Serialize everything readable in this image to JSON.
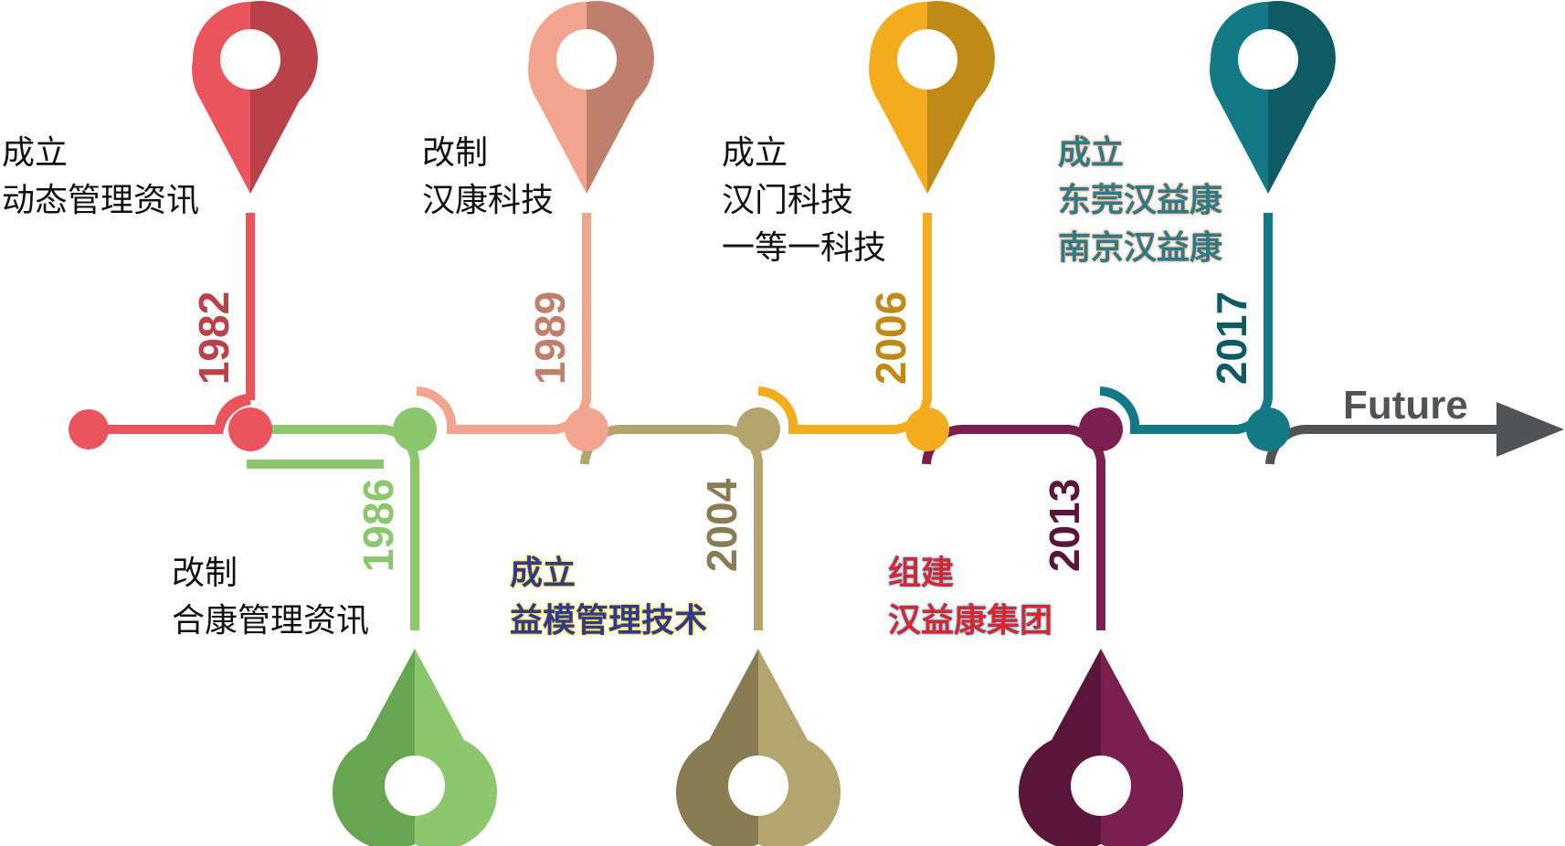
{
  "timeline": {
    "future_label": "Future",
    "milestones": [
      {
        "year": "1982",
        "lines": [
          "成立",
          "动态管理资讯"
        ],
        "color": "#e9545d",
        "color_dark": "#b8414a"
      },
      {
        "year": "1986",
        "lines": [
          "改制",
          "合康管理资讯"
        ],
        "color": "#8cc66d",
        "color_dark": "#67a552"
      },
      {
        "year": "1989",
        "lines": [
          "改制",
          "汉康科技"
        ],
        "color": "#f2a48e",
        "color_dark": "#c07f6c"
      },
      {
        "year": "2004",
        "lines": [
          "成立",
          "益模管理技术"
        ],
        "color": "#b4a56e",
        "color_dark": "#887c53"
      },
      {
        "year": "2006",
        "lines": [
          "成立",
          "汉门科技",
          "一等一科技"
        ],
        "color": "#f2ac1e",
        "color_dark": "#c08a17"
      },
      {
        "year": "2013",
        "lines": [
          "组建",
          "汉益康集团"
        ],
        "color": "#7a1f4f",
        "color_dark": "#5a163a"
      },
      {
        "year": "2017",
        "lines": [
          "成立",
          "东莞汉益康",
          "南京汉益康"
        ],
        "color": "#137a85",
        "color_dark": "#0e5b63"
      }
    ],
    "future_color": "#505456"
  }
}
